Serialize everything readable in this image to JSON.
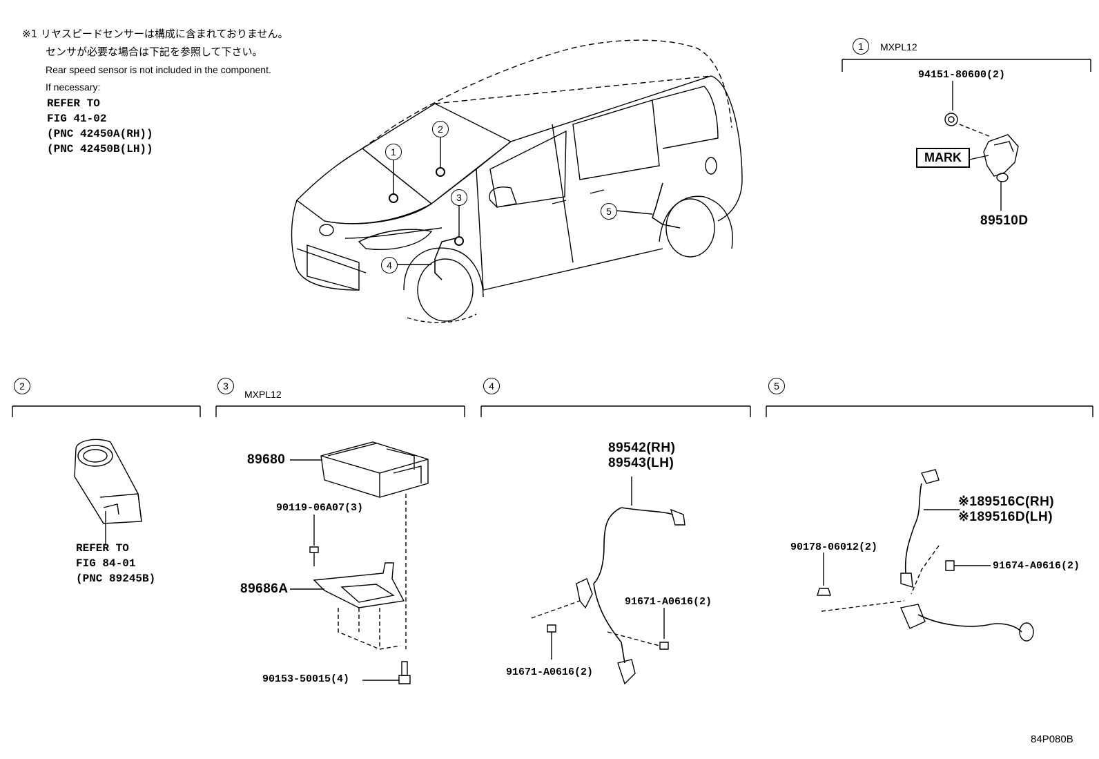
{
  "note": {
    "jp_line1": "※1 リヤスピードセンサーは構成に含まれておりません。",
    "jp_line2": "センサが必要な場合は下記を参照して下さい。",
    "en_line1": "Rear speed sensor is not included in the component.",
    "en_line2": "If necessary:",
    "refer_lines": [
      "REFER TO",
      "FIG 41-02",
      "(PNC 42450A(RH))",
      "(PNC 42450B(LH))"
    ]
  },
  "car_callouts": [
    "1",
    "2",
    "3",
    "4",
    "5"
  ],
  "section1": {
    "num": "1",
    "model": "MXPL12",
    "parts": {
      "bolt": "94151-80600(2)",
      "mark": "MARK",
      "sensor": "89510D"
    }
  },
  "section2": {
    "num": "2",
    "refer_lines": [
      "REFER TO",
      "FIG 84-01",
      "(PNC 89245B)"
    ]
  },
  "section3": {
    "num": "3",
    "model": "MXPL12",
    "parts": {
      "ecu": "89680",
      "bolt_a": "90119-06A07(3)",
      "bracket": "89686A",
      "bolt_b": "90153-50015(4)"
    }
  },
  "section4": {
    "num": "4",
    "parts": {
      "sensor_rh": "89542(RH)",
      "sensor_lh": "89543(LH)",
      "bolt_right": "91671-A0616(2)",
      "bolt_left": "91671-A0616(2)"
    }
  },
  "section5": {
    "num": "5",
    "parts": {
      "sensor_rh": "※189516C(RH)",
      "sensor_lh": "※189516D(LH)",
      "clip": "90178-06012(2)",
      "bolt": "91674-A0616(2)"
    }
  },
  "figure_code": "84P080B"
}
